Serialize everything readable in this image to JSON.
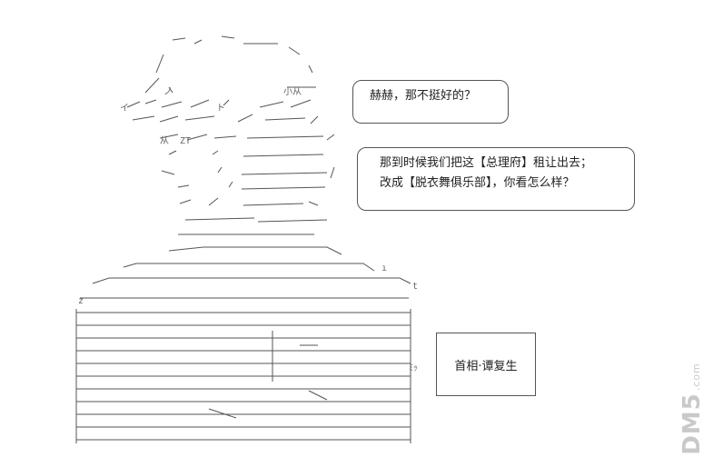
{
  "speech": {
    "bubble1": [
      "赫赫，那不挺好的？"
    ],
    "bubble2": [
      "那到时候我们把这【总理府】租让出去；",
      "改成【脱衣舞俱乐部】，你看怎么样？"
    ]
  },
  "caption": "首相·谭复生",
  "watermark": {
    "main": "DM5",
    "sub": ".com"
  }
}
